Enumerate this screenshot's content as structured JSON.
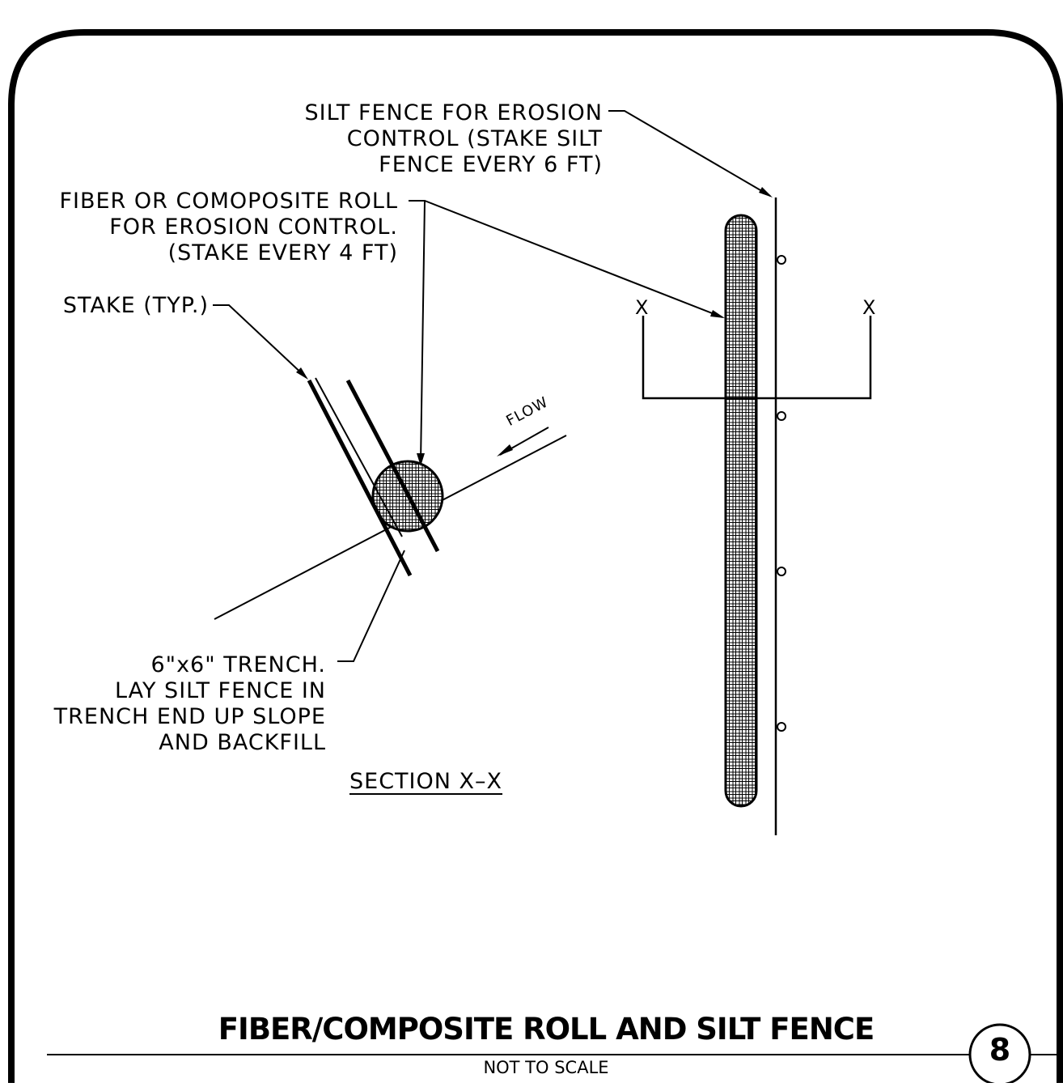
{
  "drawing": {
    "title": "FIBER/COMPOSITE ROLL AND SILT FENCE",
    "scale_note": "NOT TO SCALE",
    "detail_number": "8",
    "section_title": "SECTION X–X",
    "flow_label": "FLOW",
    "section_marker": "X"
  },
  "callouts": {
    "silt_fence": [
      "SILT FENCE FOR EROSION",
      "CONTROL (STAKE SILT",
      "FENCE EVERY 6 FT)"
    ],
    "fiber_roll": [
      "FIBER OR COMOPOSITE ROLL",
      "FOR EROSION CONTROL.",
      "(STAKE EVERY 4 FT)"
    ],
    "stake": [
      "STAKE (TYP.)"
    ],
    "trench": [
      "6\"x6\" TRENCH.",
      "LAY SILT FENCE IN",
      "TRENCH END UP SLOPE",
      "AND BACKFILL"
    ]
  }
}
